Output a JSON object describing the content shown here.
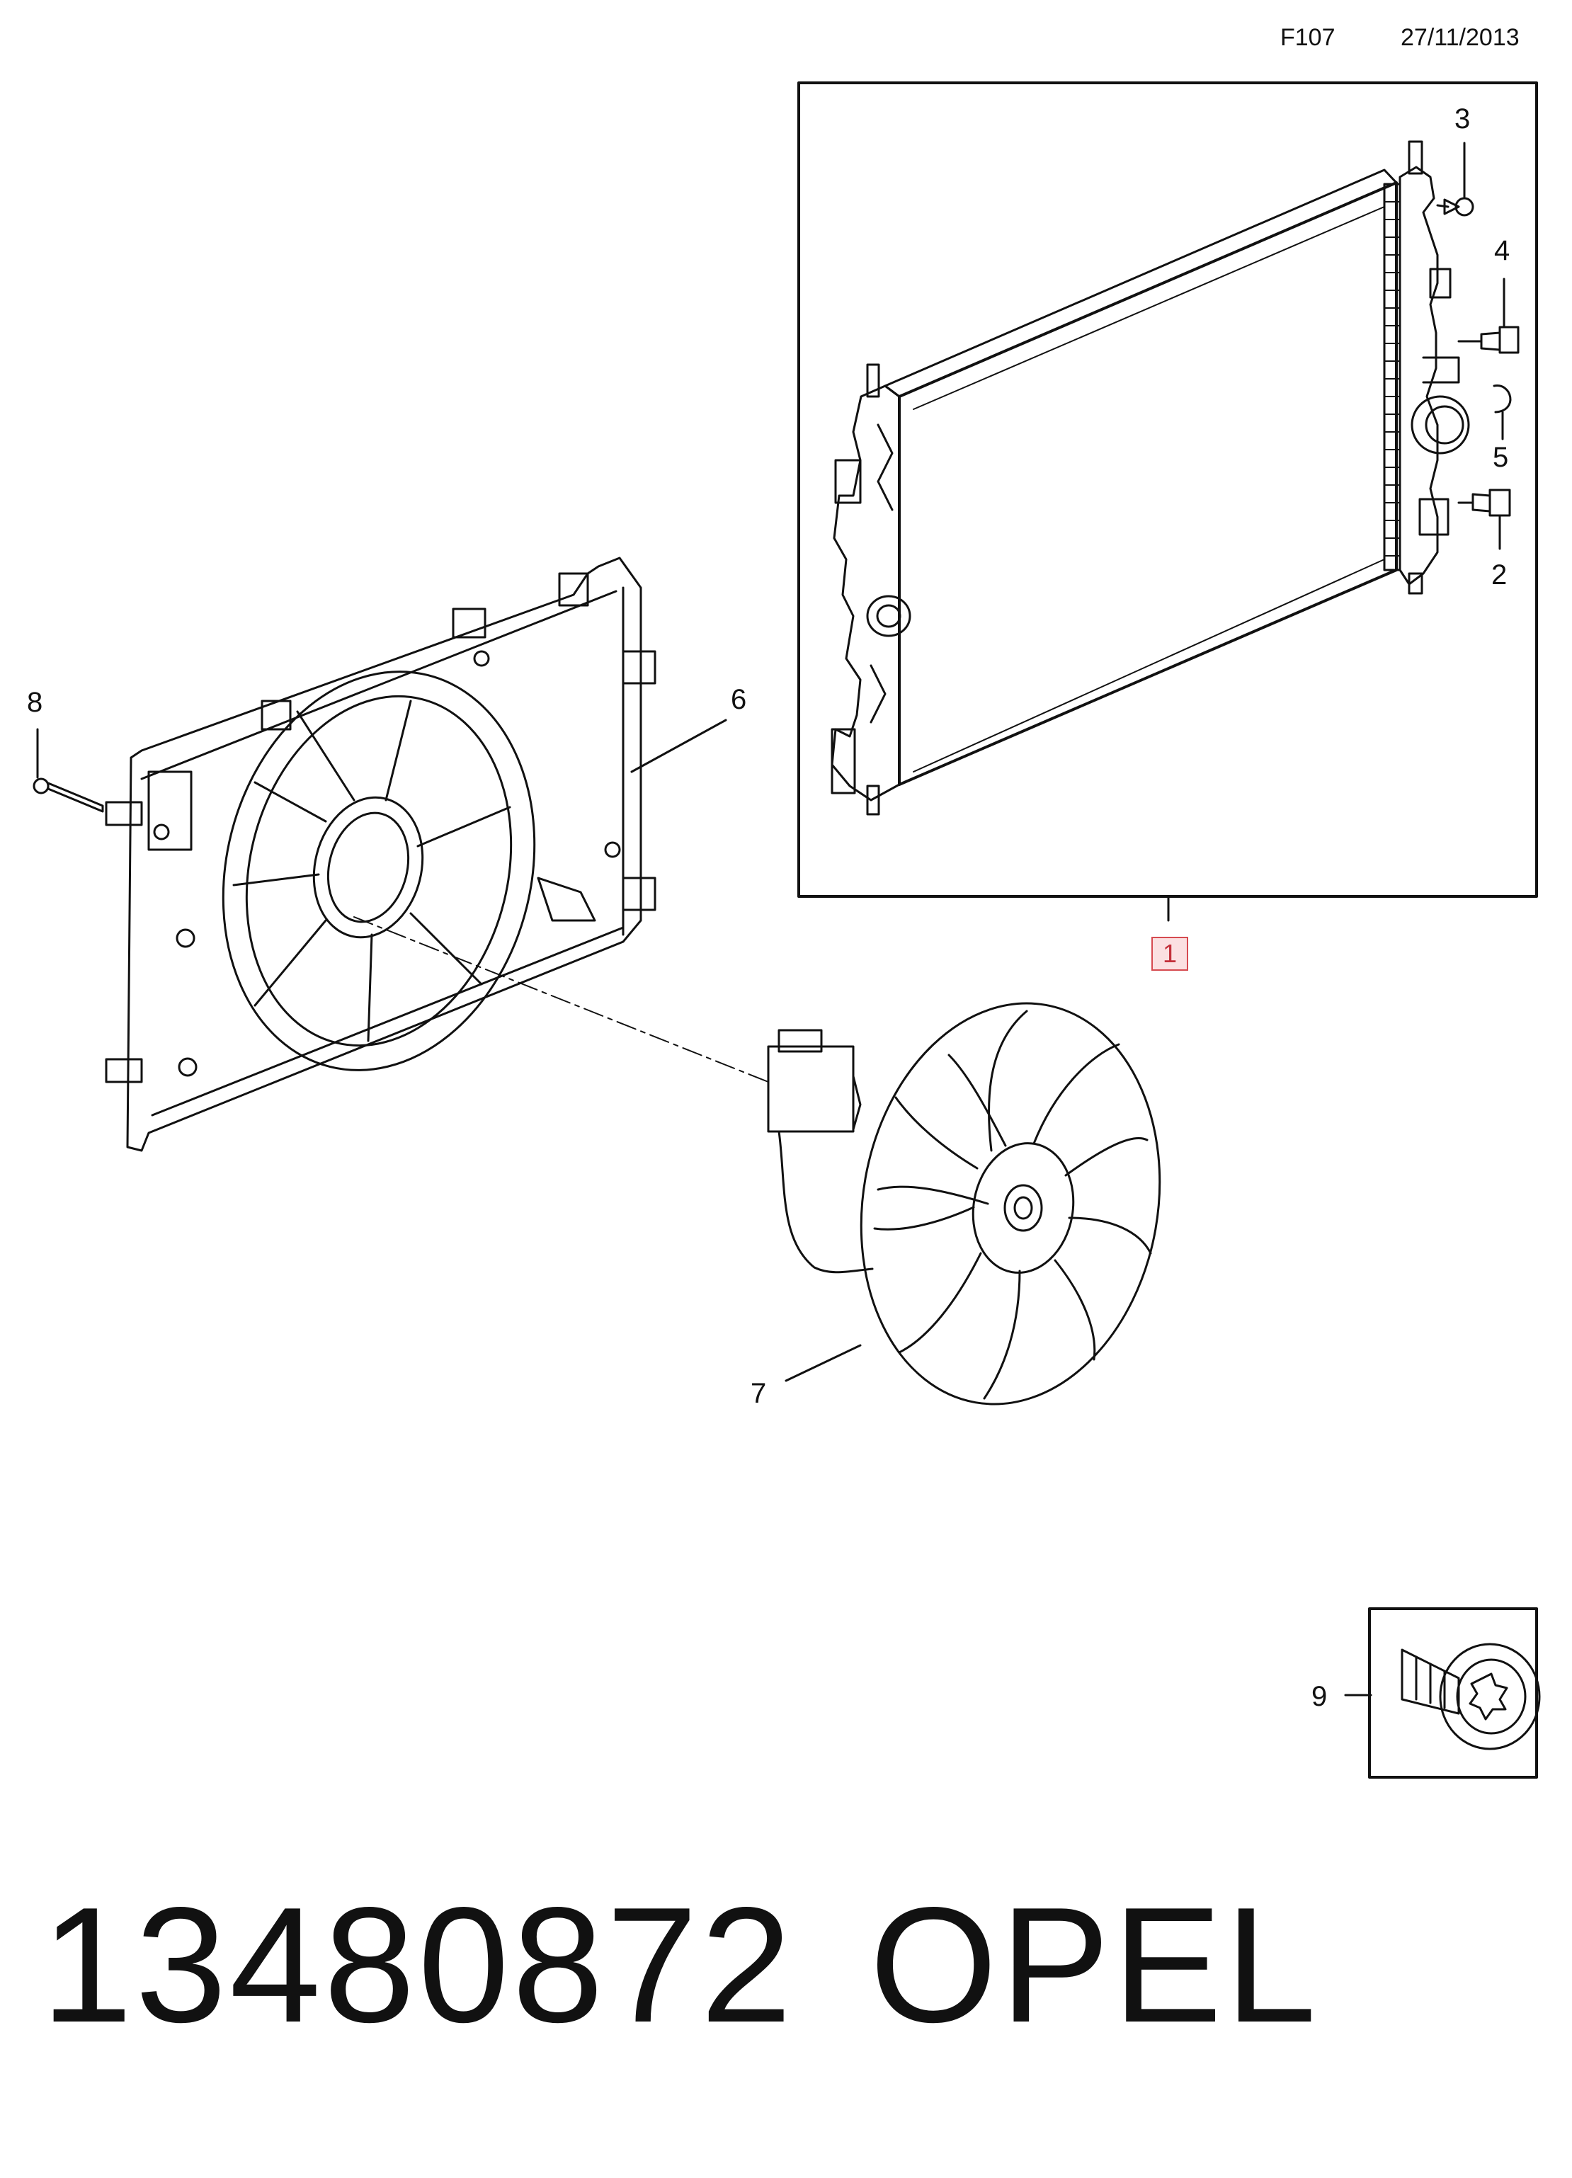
{
  "header": {
    "diagram_code": "F107",
    "date": "27/11/2013"
  },
  "callouts": {
    "c1": "1",
    "c2": "2",
    "c3": "3",
    "c4": "4",
    "c5": "5",
    "c6": "6",
    "c7": "7",
    "c8": "8",
    "c9": "9"
  },
  "footer": {
    "part_number": "13480872",
    "brand": "OPEL"
  },
  "colors": {
    "line": "#111111",
    "highlight_border": "#d64a50",
    "highlight_fill": "#fbe0e1"
  }
}
